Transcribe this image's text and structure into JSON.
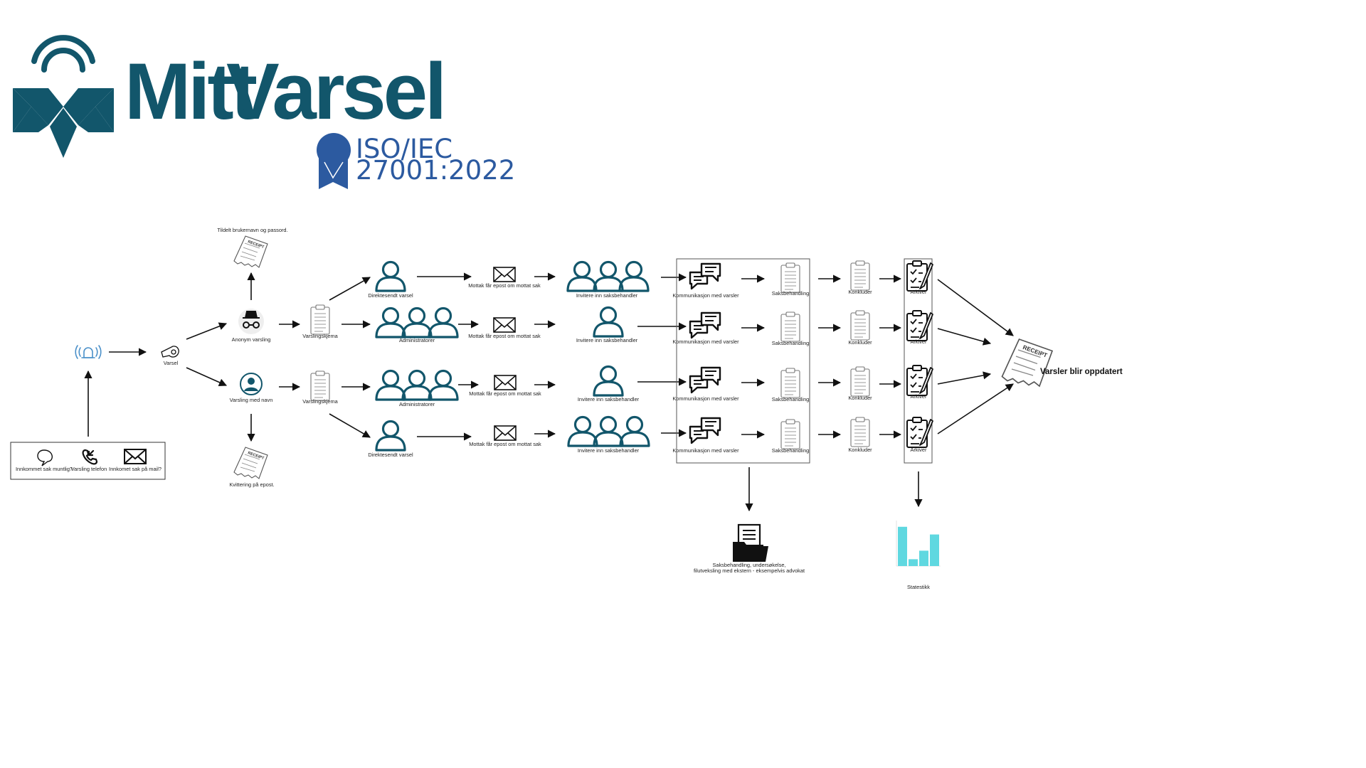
{
  "colors": {
    "brand": "#12566b",
    "iso": "#2c5aa0",
    "alert": "#4a90c9",
    "chart_bar": "#5fd8e0",
    "person": "#12566b"
  },
  "logo": {
    "name_part1": "Mitt",
    "name_part2": "Varsel"
  },
  "iso": {
    "line1": "ISO/IEC",
    "line2": "27001:2022"
  },
  "nodes": {
    "varsel": "Varsel",
    "tildelt": "Tildelt brukernavn og passord.",
    "kvittering": "Kvittering på epost.",
    "anonym": "Anonym varsling",
    "med_navn": "Varsling med navn",
    "varslingskjema": "Varslingskjema",
    "direktesendt": "Direktesendt varsel",
    "administratorer": "Administratorer",
    "mottak": "Mottak får epost om mottat sak",
    "invitere": "Invitere inn saksbehandler",
    "kommunikasjon": "Kommunikasjon med varsler",
    "saksbehandling": "Saksbehandling",
    "konkluder": "Konkluder",
    "arkiver": "Arkiver",
    "oppdatert": "Varsler blir oppdatert",
    "folder_line1": "Saksbehandling, undersøkelse,",
    "folder_line2": "filutveksling med ekstern - eksempelvis advokat",
    "statistikk": "Statestikk"
  },
  "channels": [
    {
      "label": "Innkommet sak muntlig?",
      "icon": "speech-bubble-icon"
    },
    {
      "label": "Varsling  telefon",
      "icon": "phone-incoming-icon"
    },
    {
      "label": "Innkomet sak på mail?",
      "icon": "envelope-icon"
    }
  ],
  "chart_data": {
    "type": "bar",
    "title": "",
    "legend": [],
    "categories": [],
    "values": [
      4.6,
      0.8,
      1.8,
      3.7
    ],
    "ylim": [
      0,
      5
    ]
  }
}
